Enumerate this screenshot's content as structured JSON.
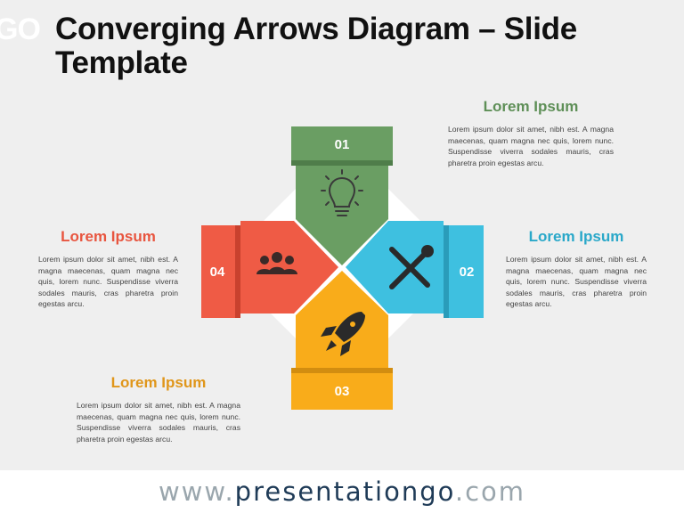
{
  "title": "Converging Arrows Diagram – Slide Template",
  "logo_fragment": "GO",
  "items": [
    {
      "number": "01",
      "heading": "Lorem Ipsum",
      "color": "#6a9e63",
      "dark": "#4f7d4a",
      "icon": "lightbulb-icon",
      "body": "Lorem ipsum dolor sit amet, nibh est. A magna maecenas, quam magna nec quis, lorem nunc. Suspendisse viverra sodales mauris, cras pharetra proin egestas arcu."
    },
    {
      "number": "02",
      "heading": "Lorem Ipsum",
      "color": "#3ec0e0",
      "dark": "#2a9cba",
      "icon": "tools-icon",
      "body": "Lorem ipsum dolor sit amet, nibh est. A magna maecenas, quam magna nec quis, lorem nunc. Suspendisse viverra sodales mauris, cras pharetra proin egestas arcu."
    },
    {
      "number": "03",
      "heading": "Lorem Ipsum",
      "color": "#f9ac1a",
      "dark": "#d28d10",
      "icon": "rocket-icon",
      "body": "Lorem ipsum dolor sit amet, nibh est. A magna maecenas, quam magna nec quis, lorem nunc. Suspendisse viverra sodales mauris, cras pharetra proin egestas arcu."
    },
    {
      "number": "04",
      "heading": "Lorem Ipsum",
      "color": "#ef5b45",
      "dark": "#c9412e",
      "icon": "team-icon",
      "body": "Lorem ipsum dolor sit amet, nibh est. A magna maecenas, quam magna nec quis, lorem nunc. Suspendisse viverra sodales mauris, cras pharetra proin egestas arcu."
    }
  ],
  "heading_colors": {
    "item1": "#5e8f57",
    "item2": "#2aa8c9",
    "item3": "#e0961a",
    "item4": "#e8553f"
  },
  "footer": {
    "prefix": "www.",
    "brand": "presentationgo",
    "suffix": ".com"
  }
}
